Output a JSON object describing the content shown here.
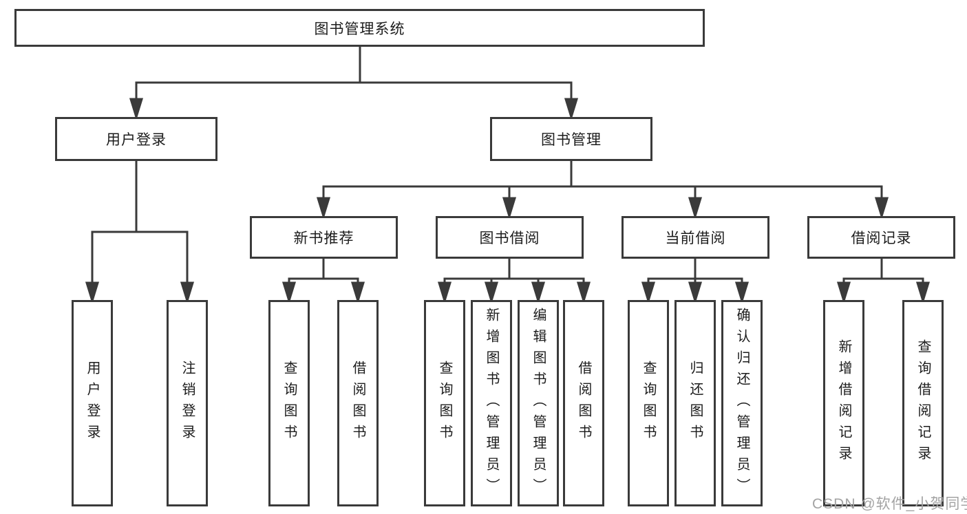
{
  "tree": {
    "label": "图书管理系统",
    "children": [
      {
        "label": "用户登录",
        "children": [
          {
            "label": "用户登录"
          },
          {
            "label": "注销登录"
          }
        ]
      },
      {
        "label": "图书管理",
        "children": [
          {
            "label": "新书推荐",
            "children": [
              {
                "label": "查询图书"
              },
              {
                "label": "借阅图书"
              }
            ]
          },
          {
            "label": "图书借阅",
            "children": [
              {
                "label": "查询图书"
              },
              {
                "label": "新增图书（管理员）"
              },
              {
                "label": "编辑图书（管理员）"
              },
              {
                "label": "借阅图书"
              }
            ]
          },
          {
            "label": "当前借阅",
            "children": [
              {
                "label": "查询图书"
              },
              {
                "label": "归还图书"
              },
              {
                "label": "确认归还（管理员）"
              }
            ]
          },
          {
            "label": "借阅记录",
            "children": [
              {
                "label": "新增借阅记录"
              },
              {
                "label": "查询借阅记录"
              }
            ]
          }
        ]
      }
    ]
  },
  "watermark": {
    "text": "CSDN @软件_小贺同学"
  },
  "colors": {
    "line": "#3a3a3a",
    "text": "#1c1c1c",
    "watermark_text": "#a3a3a3",
    "background": "#ffffff"
  }
}
